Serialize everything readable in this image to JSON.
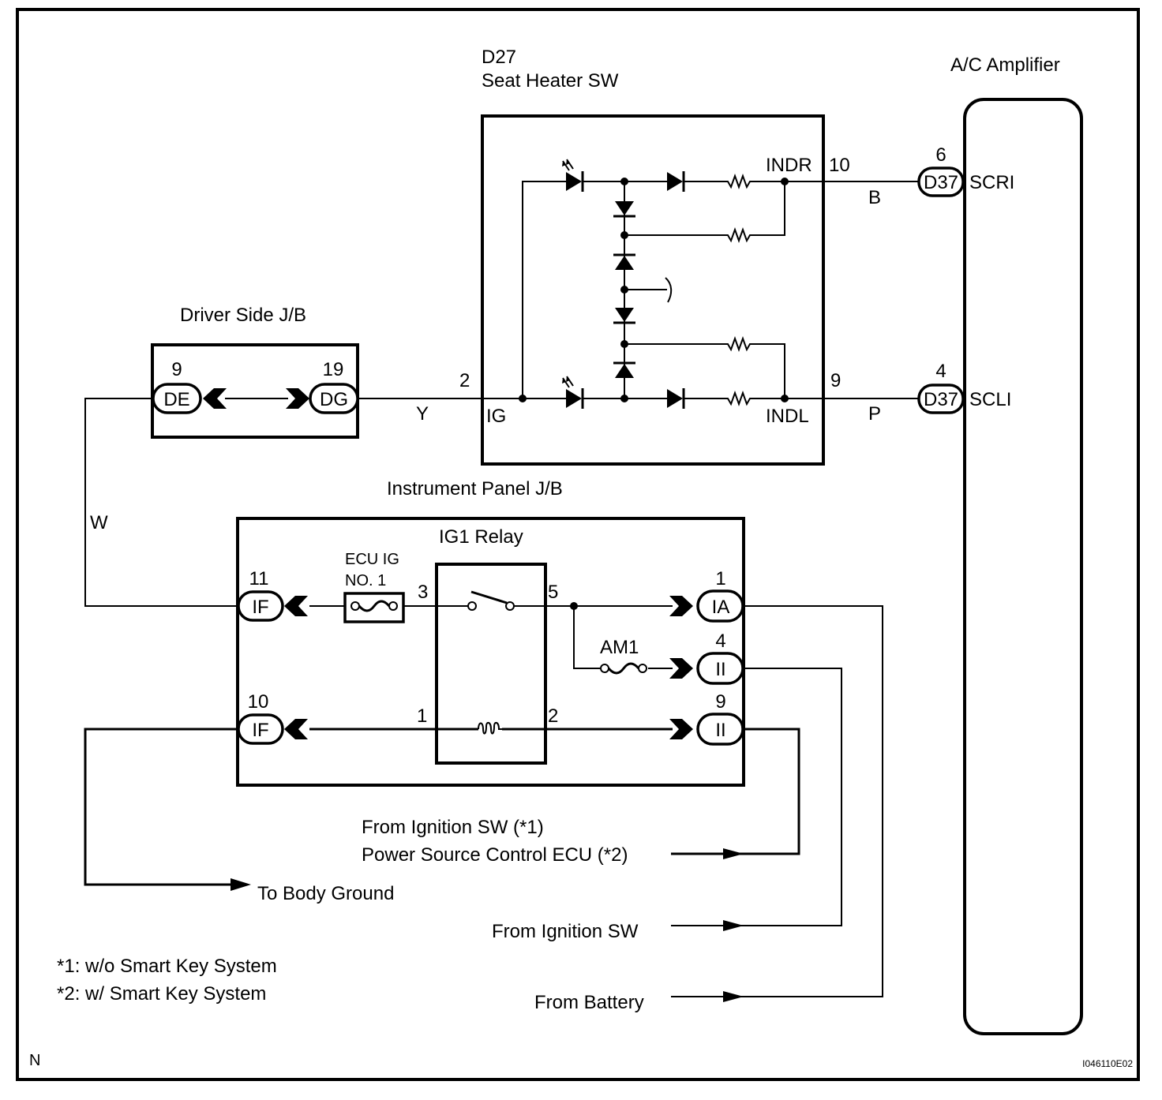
{
  "diagram": {
    "corner_mark": "N",
    "figure_id": "I046110E02",
    "components": {
      "seat_heater_sw": {
        "id": "D27",
        "name": "Seat Heater SW",
        "terminals": {
          "ig": {
            "pin": "2",
            "label": "IG"
          },
          "indr": {
            "pin": "10",
            "label": "INDR"
          },
          "indl": {
            "pin": "9",
            "label": "INDL"
          }
        }
      },
      "ac_amplifier": {
        "name": "A/C Amplifier",
        "terminals": [
          {
            "pin": "6",
            "connector": "D37",
            "label": "SCRI"
          },
          {
            "pin": "4",
            "connector": "D37",
            "label": "SCLI"
          }
        ]
      },
      "driver_side_jb": {
        "name": "Driver Side J/B",
        "connectors": [
          {
            "pin": "9",
            "code": "DE"
          },
          {
            "pin": "19",
            "code": "DG"
          }
        ]
      },
      "instrument_panel_jb": {
        "name": "Instrument Panel J/B",
        "relay": {
          "name": "IG1 Relay",
          "pins": {
            "switch_in": "3",
            "switch_out": "5",
            "coil_in": "1",
            "coil_out": "2"
          }
        },
        "fuses": {
          "ecu_ig_line1": "ECU IG",
          "ecu_ig_line2": "NO. 1",
          "am1": "AM1"
        },
        "left_connectors": [
          {
            "pin": "11",
            "code": "IF"
          },
          {
            "pin": "10",
            "code": "IF"
          }
        ],
        "right_connectors": [
          {
            "pin": "1",
            "code": "IA"
          },
          {
            "pin": "4",
            "code": "II"
          },
          {
            "pin": "9",
            "code": "II"
          }
        ]
      }
    },
    "wire_colors": {
      "indr_to_scri": "B",
      "indl_to_scli": "P",
      "dg_to_ig": "Y",
      "de_to_if": "W"
    },
    "external_sources": {
      "ignition_sw_1": "From Ignition SW (*1)",
      "power_source_ecu": "Power Source Control ECU (*2)",
      "body_ground": "To Body Ground",
      "ignition_sw": "From Ignition SW",
      "battery": "From Battery"
    },
    "notes": [
      "*1: w/o Smart Key System",
      "*2: w/ Smart Key System"
    ]
  }
}
